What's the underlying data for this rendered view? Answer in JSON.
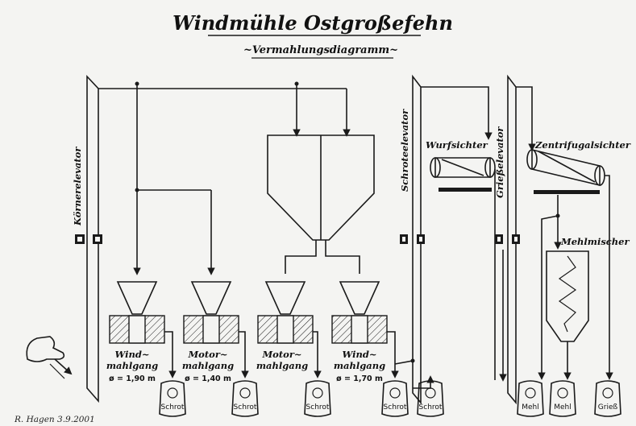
{
  "title": "Windmühle Ostgroßefehn",
  "subtitle": "~Vermahlungsdiagramm~",
  "elevators": {
    "grain": "Körnerelevator",
    "coarse": "Schroteelevator",
    "grits": "Grießelevator"
  },
  "sifters": {
    "throw": "Wurfsichter",
    "centrifugal": "Zentrifugalsichter"
  },
  "mixer": "Mehlmischer",
  "mills": [
    {
      "line1": "Wind~",
      "line2": "mahlgang",
      "diameter": "ø = 1,90 m"
    },
    {
      "line1": "Motor~",
      "line2": "mahlgang",
      "diameter": "ø = 1,40 m"
    },
    {
      "line1": "Motor~",
      "line2": "mahlgang",
      "diameter": ""
    },
    {
      "line1": "Wind~",
      "line2": "mahlgang",
      "diameter": "ø = 1,70 m"
    }
  ],
  "bags": [
    "Schrot",
    "Schrot",
    "Schrot",
    "Schrot",
    "Schrot",
    "Mehl",
    "Mehl",
    "Grieß"
  ],
  "signature": "R. Hagen  3.9.2001",
  "colors": {
    "ink": "#1a1a1a",
    "paper": "#f4f4f2"
  }
}
